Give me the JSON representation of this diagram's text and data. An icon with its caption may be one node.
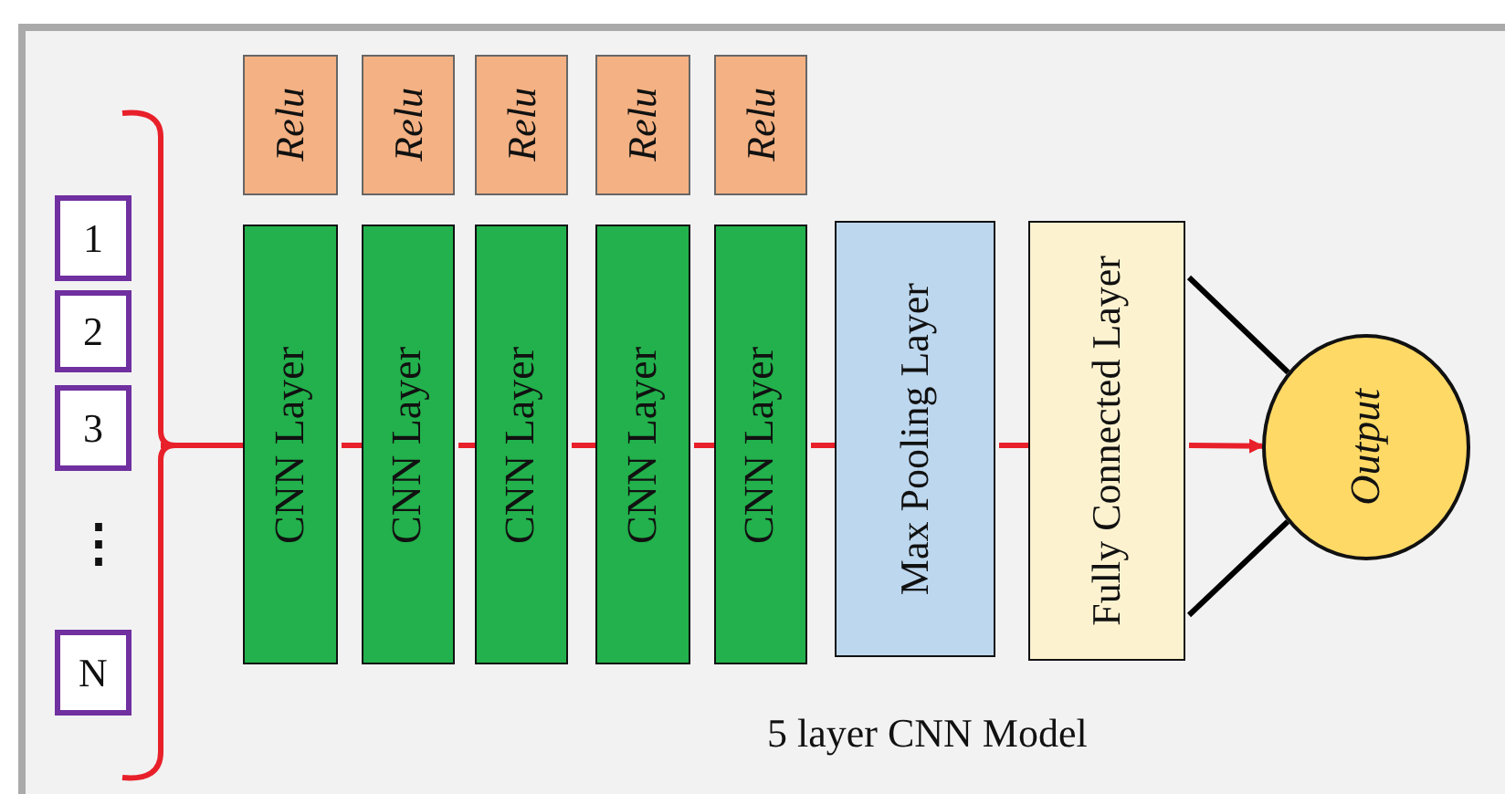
{
  "diagram": {
    "nodes": [
      {
        "text": [
          "1"
        ]
      },
      {
        "text": [
          "2"
        ]
      },
      {
        "text": [
          "3"
        ]
      },
      {
        "text": [
          "N"
        ]
      },
      {
        "text": [
          "Relu"
        ]
      },
      {
        "text": [
          "Relu"
        ]
      },
      {
        "text": [
          "Relu"
        ]
      },
      {
        "text": [
          "Relu"
        ]
      },
      {
        "text": [
          "Relu"
        ]
      },
      {
        "text": [
          "CNN Layer"
        ]
      },
      {
        "text": [
          "CNN Layer"
        ]
      },
      {
        "text": [
          "CNN Layer"
        ]
      },
      {
        "text": [
          "CNN Layer"
        ]
      },
      {
        "text": [
          "CNN Layer"
        ]
      },
      {
        "text": [
          "Max Pooling Layer"
        ]
      },
      {
        "text": [
          "Fully Connected Layer"
        ]
      },
      {
        "text": [
          "Output"
        ]
      }
    ],
    "edges": [
      {
        "from": null,
        "to": 9,
        "arrow": "none"
      },
      {
        "from": 9,
        "to": 10,
        "arrow": "none"
      },
      {
        "from": 10,
        "to": 11,
        "arrow": "none"
      },
      {
        "from": 11,
        "to": 12,
        "arrow": "none"
      },
      {
        "from": 12,
        "to": 13,
        "arrow": "none"
      },
      {
        "from": 13,
        "to": 14,
        "arrow": "none"
      },
      {
        "from": 14,
        "to": 15,
        "arrow": "none"
      },
      {
        "from": 15,
        "to": 16,
        "arrow": "to"
      },
      {
        "from": 15,
        "to": 16,
        "arrow": "none",
        "color": "#000000"
      },
      {
        "from": 15,
        "to": 16,
        "arrow": "none",
        "color": "#000000"
      }
    ],
    "labels": [
      "⋮",
      "5 layer CNN Model"
    ]
  }
}
